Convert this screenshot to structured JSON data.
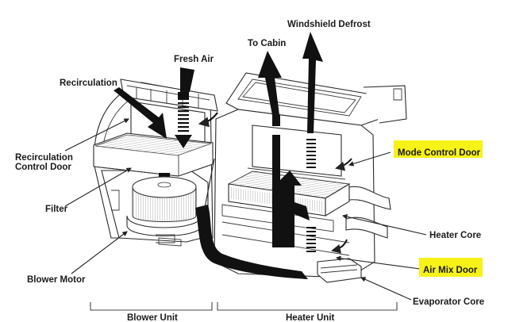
{
  "diagram": {
    "title": "HVAC Unit Airflow Diagram",
    "labels": {
      "windshield_defrost": "Windshield Defrost",
      "to_cabin": "To Cabin",
      "fresh_air": "Fresh Air",
      "recirculation": "Recirculation",
      "recirculation_control_door_line1": "Recirculation",
      "recirculation_control_door_line2": "Control Door",
      "filter": "Filter",
      "blower_motor": "Blower Motor",
      "mode_control_door": "Mode Control Door",
      "heater_core": "Heater Core",
      "air_mix_door": "Air Mix Door",
      "evaporator_core": "Evaporator Core"
    },
    "sections": {
      "blower_unit": "Blower Unit",
      "heater_unit": "Heater Unit"
    },
    "highlighted": [
      "Mode Control Door",
      "Air Mix Door"
    ],
    "colors": {
      "highlight": "#f7f218",
      "ink": "#111111",
      "background": "#ffffff"
    }
  }
}
